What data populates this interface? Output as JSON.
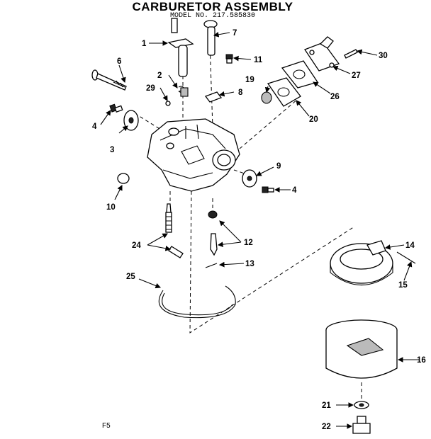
{
  "header": {
    "title": "CARBURETOR ASSEMBLY",
    "model": "MODEL NO. 217.585830"
  },
  "footer": {
    "code": "F5"
  },
  "callouts": {
    "c1": "1",
    "c2": "2",
    "c3": "3",
    "c4a": "4",
    "c4b": "4",
    "c6": "6",
    "c7": "7",
    "c8": "8",
    "c9": "9",
    "c10": "10",
    "c11": "11",
    "c12": "12",
    "c13": "13",
    "c14": "14",
    "c15": "15",
    "c16": "16",
    "c19": "19",
    "c20": "20",
    "c21": "21",
    "c22": "22",
    "c24": "24",
    "c25": "25",
    "c26": "26",
    "c27": "27",
    "c29": "29",
    "c30": "30"
  }
}
